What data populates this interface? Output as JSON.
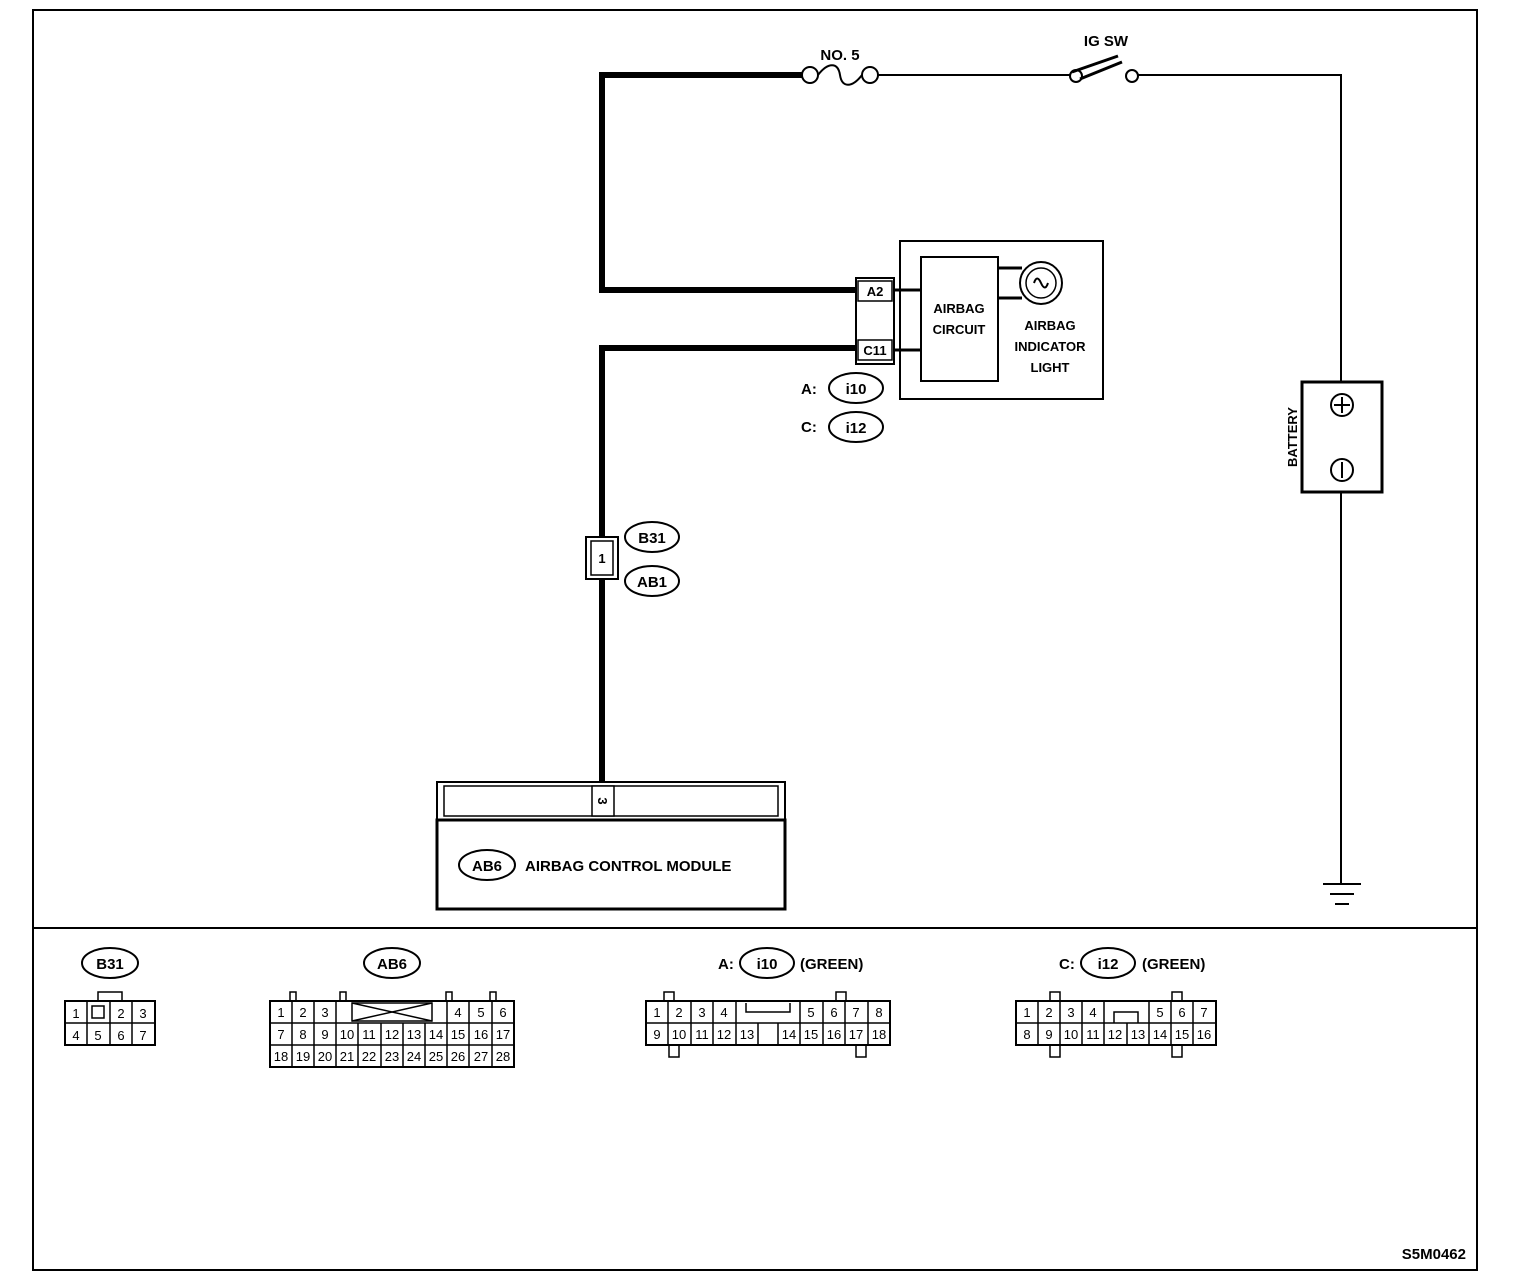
{
  "diagram": {
    "fuse": {
      "label": "NO. 5"
    },
    "ignition_switch": {
      "label": "IG SW"
    },
    "battery": {
      "label": "BATTERY",
      "positive_symbol": "+",
      "negative_symbol": "−"
    },
    "combination_meter": {
      "terminal_a": "A2",
      "terminal_c": "C11",
      "circuit_label": [
        "AIRBAG",
        "CIRCUIT"
      ],
      "light_label": [
        "AIRBAG",
        "INDICATOR",
        "LIGHT"
      ],
      "connector_refs": [
        {
          "prefix": "A:",
          "id": "i10"
        },
        {
          "prefix": "C:",
          "id": "i12"
        }
      ]
    },
    "inline_connector": {
      "pin": "1",
      "ids": [
        "B31",
        "AB1"
      ]
    },
    "control_module": {
      "connector_id": "AB6",
      "pin": "3",
      "label": "AIRBAG CONTROL MODULE"
    },
    "figure_id": "S5M0462"
  },
  "connectors": {
    "b31": {
      "id": "B31",
      "rows": [
        [
          "1",
          "",
          "2",
          "3"
        ],
        [
          "4",
          "5",
          "6",
          "7"
        ]
      ]
    },
    "ab6": {
      "id": "AB6",
      "rows": [
        [
          "1",
          "2",
          "3",
          "4",
          "5",
          "6"
        ],
        [
          "7",
          "8",
          "9",
          "10",
          "11",
          "12",
          "13",
          "14",
          "15",
          "16",
          "17"
        ],
        [
          "18",
          "19",
          "20",
          "21",
          "22",
          "23",
          "24",
          "25",
          "26",
          "27",
          "28"
        ]
      ]
    },
    "i10": {
      "prefix": "A:",
      "id": "i10",
      "color": "(GREEN)",
      "rows": [
        [
          "1",
          "2",
          "3",
          "4",
          "5",
          "6",
          "7",
          "8"
        ],
        [
          "9",
          "10",
          "11",
          "12",
          "13",
          "14",
          "15",
          "16",
          "17",
          "18"
        ]
      ]
    },
    "i12": {
      "prefix": "C:",
      "id": "i12",
      "color": "(GREEN)",
      "rows": [
        [
          "1",
          "2",
          "3",
          "4",
          "5",
          "6",
          "7"
        ],
        [
          "8",
          "9",
          "10",
          "11",
          "12",
          "13",
          "14",
          "15",
          "16"
        ]
      ]
    }
  }
}
